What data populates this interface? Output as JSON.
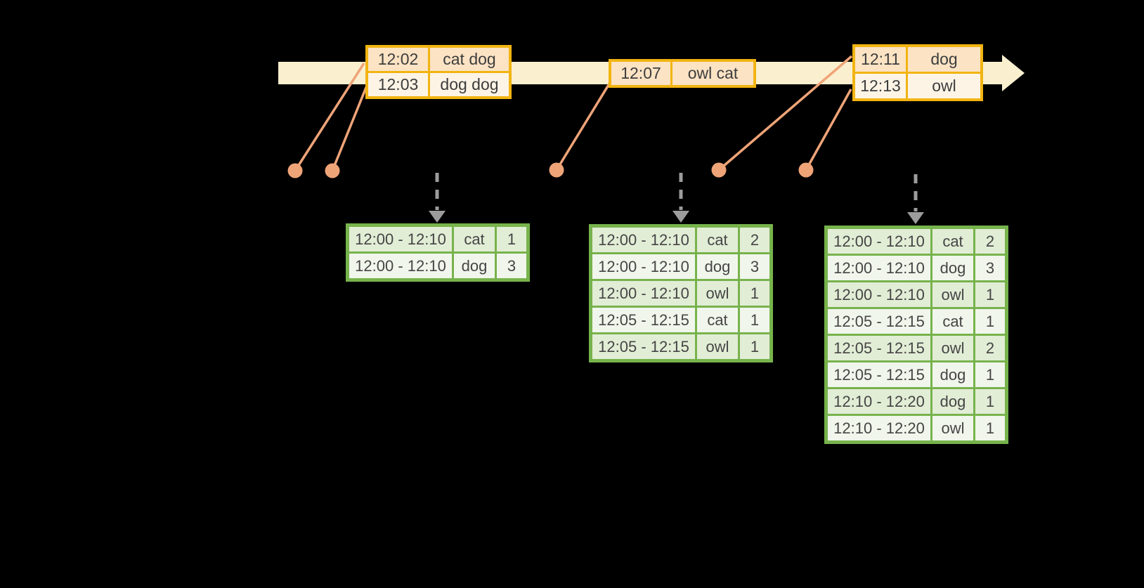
{
  "diagram_kind": "windowed-word-count-timeline",
  "colors": {
    "background": "#000000",
    "timeline_band": "#faf0cf",
    "event_table_border": "#f2b411",
    "event_row_peach": "#fbe3c4",
    "event_row_cream": "#fdf4e6",
    "marker_salmon": "#efa478",
    "trigger_arrow_gray": "#9c9c9c",
    "result_table_border": "#77b34c",
    "result_row_tint": "#e2edd6",
    "result_row_light": "#f1f6ec",
    "text": "#3d3d3d"
  },
  "icons": {
    "timeline_arrowhead": "right-arrowhead",
    "event_marker": "filled-dot",
    "trigger_arrow": "dashed-down-arrow"
  },
  "event_tables": [
    {
      "rows": [
        {
          "time": "12:02",
          "words": "cat dog"
        },
        {
          "time": "12:03",
          "words": "dog dog"
        }
      ]
    },
    {
      "rows": [
        {
          "time": "12:07",
          "words": "owl cat"
        }
      ]
    },
    {
      "rows": [
        {
          "time": "12:11",
          "words": "dog"
        },
        {
          "time": "12:13",
          "words": "owl"
        }
      ]
    }
  ],
  "result_tables": [
    {
      "rows": [
        [
          "12:00 - 12:10",
          "cat",
          "1"
        ],
        [
          "12:00 - 12:10",
          "dog",
          "3"
        ]
      ]
    },
    {
      "rows": [
        [
          "12:00 - 12:10",
          "cat",
          "2"
        ],
        [
          "12:00 - 12:10",
          "dog",
          "3"
        ],
        [
          "12:00 - 12:10",
          "owl",
          "1"
        ],
        [
          "12:05 - 12:15",
          "cat",
          "1"
        ],
        [
          "12:05 - 12:15",
          "owl",
          "1"
        ]
      ]
    },
    {
      "rows": [
        [
          "12:00 - 12:10",
          "cat",
          "2"
        ],
        [
          "12:00 - 12:10",
          "dog",
          "3"
        ],
        [
          "12:00 - 12:10",
          "owl",
          "1"
        ],
        [
          "12:05 - 12:15",
          "cat",
          "1"
        ],
        [
          "12:05 - 12:15",
          "owl",
          "2"
        ],
        [
          "12:05 - 12:15",
          "dog",
          "1"
        ],
        [
          "12:10 - 12:20",
          "dog",
          "1"
        ],
        [
          "12:10 - 12:20",
          "owl",
          "1"
        ]
      ]
    }
  ]
}
